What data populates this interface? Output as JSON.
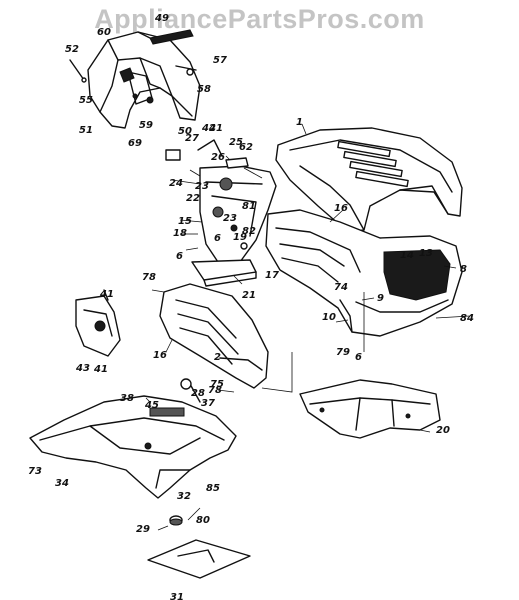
{
  "watermark": "AppliancePartsPros.com",
  "part_labels": {
    "l1": "1",
    "l2": "2",
    "l6a": "6",
    "l6b": "6",
    "l6c": "6",
    "l8": "8",
    "l9": "9",
    "l10": "10",
    "l13": "13",
    "l14": "14",
    "l15": "15",
    "l16a": "16",
    "l16b": "16",
    "l17": "17",
    "l18": "18",
    "l19": "19",
    "l20": "20",
    "l21": "21",
    "l22": "22",
    "l23a": "23",
    "l23b": "23",
    "l24": "24",
    "l25": "25",
    "l26": "26",
    "l27": "27",
    "l28": "28",
    "l29": "29",
    "l31": "31",
    "l32": "32",
    "l34": "34",
    "l37": "37",
    "l38": "38",
    "l41a": "41",
    "l41b": "41",
    "l41c": "41",
    "l42": "42",
    "l43": "43",
    "l45": "45",
    "l49": "49",
    "l50": "50",
    "l51": "51",
    "l52": "52",
    "l55": "55",
    "l57": "57",
    "l58": "58",
    "l59": "59",
    "l60": "60",
    "l62": "62",
    "l69": "69",
    "l73": "73",
    "l74": "74",
    "l75": "75",
    "l78a": "78",
    "l78b": "78",
    "l79": "79",
    "l80": "80",
    "l81": "81",
    "l82": "82",
    "l84": "84",
    "l85": "85"
  }
}
